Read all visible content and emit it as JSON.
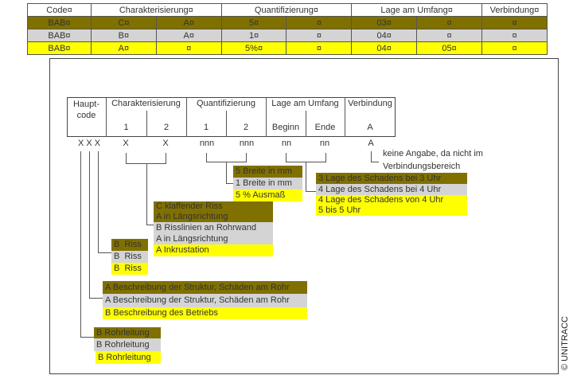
{
  "table": {
    "headers": [
      "Code¤",
      "Charakterisierung¤",
      "Quantifizierung¤",
      "Lage am Umfang¤",
      "Verbindung¤"
    ],
    "rows": [
      [
        "BAB¤",
        "C¤",
        "A¤",
        "5¤",
        "¤",
        "03¤",
        "¤",
        "¤"
      ],
      [
        "BAB¤",
        "B¤",
        "A¤",
        "1¤",
        "¤",
        "04¤",
        "¤",
        "¤"
      ],
      [
        "BAB¤",
        "A¤",
        "¤",
        "5%¤",
        "¤",
        "04¤",
        "05¤",
        "¤"
      ]
    ]
  },
  "diagram": {
    "hauptcode": [
      "Haupt-",
      "code"
    ],
    "charakterisierung": "Charakterisierung",
    "char_sub": [
      "1",
      "2"
    ],
    "quantifizierung": "Quantifizierung",
    "quant_sub": [
      "1",
      "2"
    ],
    "lage": "Lage am Umfang",
    "lage_sub": [
      "Beginn",
      "Ende"
    ],
    "verbindung": "Verbindung",
    "verb_sub": "A",
    "codes": [
      "X X X",
      "X",
      "X",
      "nnn",
      "nnn",
      "nn",
      "nn",
      "A"
    ],
    "verb_note": [
      "keine Angabe, da nicht im",
      "Verbindungsbereich"
    ],
    "quant_box": [
      "5 Breite in mm",
      "1 Breite in mm",
      "5 % Ausmaß"
    ],
    "lage_box": [
      "3 Lage des Schadens bei 3 Uhr",
      "4 Lage des Schadens bei 4 Uhr",
      "4 Lage des Schadens von  4 Uhr",
      "5 bis 5 Uhr"
    ],
    "char_box": [
      "C klaffender Riss",
      "A in Längsrichtung",
      "B Risslinien an Rohrwand",
      "A in Längsrichtung",
      "A Inkrustation"
    ],
    "riss_box": [
      "B  Riss",
      "B  Riss",
      "B  Riss"
    ],
    "beschreibung_box": [
      "A Beschreibung der Struktur, Schäden am Rohr",
      "A Beschreibung der Struktur, Schäden am Rohr",
      "B Beschreibung des Betriebs"
    ],
    "rohr_box": [
      "B Rohrleitung",
      "B Rohrleitung",
      "B Rohrleitung"
    ]
  },
  "copyright": "© UNITRACC",
  "colors": {
    "olive": "#807000",
    "gray": "#d4d4d4",
    "yellow": "#ffff00"
  }
}
